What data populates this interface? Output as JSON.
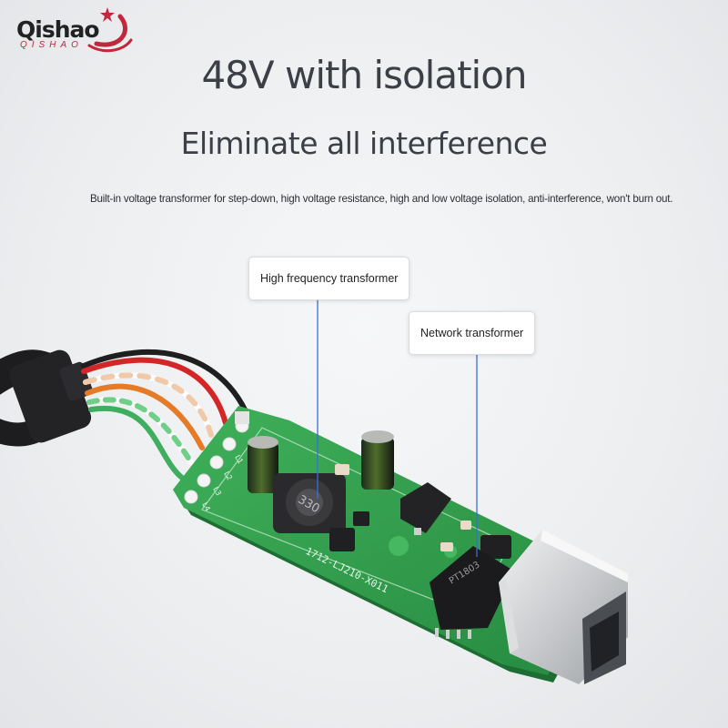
{
  "brand": {
    "name": "Qishao",
    "sub": "QISHAO"
  },
  "heading": {
    "title": "48V with isolation",
    "subtitle": "Eliminate all interference",
    "description": "Built-in voltage transformer for step-down, high voltage resistance, high and low voltage isolation, anti-interference, won't burn out."
  },
  "callouts": {
    "high_frequency": "High frequency transformer",
    "network": "Network transformer"
  },
  "board": {
    "silkscreen": "1712-LJ210-X011",
    "inductor_mark": "330",
    "transformer_mark": "PT1803",
    "pad_labels": [
      "L1",
      "L2",
      "L3",
      "L4"
    ]
  },
  "colors": {
    "pcb": "#2f9a4a",
    "wire_red": "#d32626",
    "wire_orange": "#e57a27",
    "wire_green": "#3fae5e",
    "leader_line": "#3a6fd8",
    "logo_red": "#c0283c"
  },
  "icons": [
    "logo-star-icon"
  ]
}
